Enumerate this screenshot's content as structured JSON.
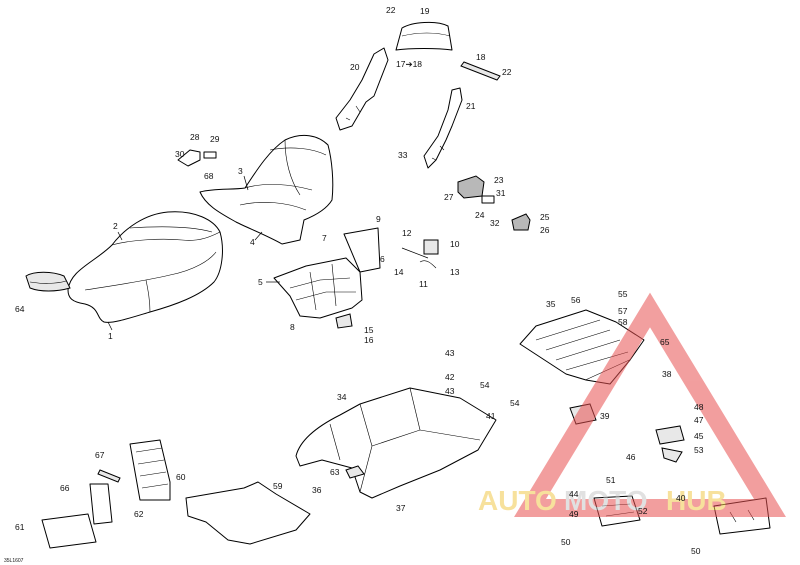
{
  "diagram_id": "35L1607",
  "callouts": {
    "c1": "1",
    "c2": "2",
    "c3": "3",
    "c4": "4",
    "c5": "5",
    "c6": "6",
    "c7": "7",
    "c8": "8",
    "c9": "9",
    "c10": "10",
    "c11": "11",
    "c12": "12",
    "c13": "13",
    "c14": "14",
    "c15": "15",
    "c16": "16",
    "c17_18": "17➔18",
    "c18": "18",
    "c19": "19",
    "c20": "20",
    "c21": "21",
    "c22a": "22",
    "c22b": "22",
    "c23": "23",
    "c24": "24",
    "c25": "25",
    "c26": "26",
    "c27": "27",
    "c28": "28",
    "c29": "29",
    "c30": "30",
    "c31": "31",
    "c32": "32",
    "c33": "33",
    "c34": "34",
    "c35": "35",
    "c36": "36",
    "c37": "37",
    "c38": "38",
    "c39": "39",
    "c40": "40",
    "c41": "41",
    "c42": "42",
    "c43a": "43",
    "c43b": "43",
    "c44": "44",
    "c45": "45",
    "c46": "46",
    "c47": "47",
    "c48": "48",
    "c49": "49",
    "c50a": "50",
    "c50b": "50",
    "c51": "51",
    "c52": "52",
    "c53": "53",
    "c54a": "54",
    "c54b": "54",
    "c55": "55",
    "c56": "56",
    "c57": "57",
    "c58": "58",
    "c59": "59",
    "c60": "60",
    "c61": "61",
    "c62": "62",
    "c63": "63",
    "c64": "64",
    "c65": "65",
    "c66": "66",
    "c67": "67",
    "c68": "68"
  },
  "watermark": {
    "text_part1": "AUTO",
    "text_part2": "MOTO",
    "text_part3": "HUB",
    "color_gold": "#f2c94c",
    "color_red": "#e85050",
    "color_grey": "#c9c9c9"
  }
}
